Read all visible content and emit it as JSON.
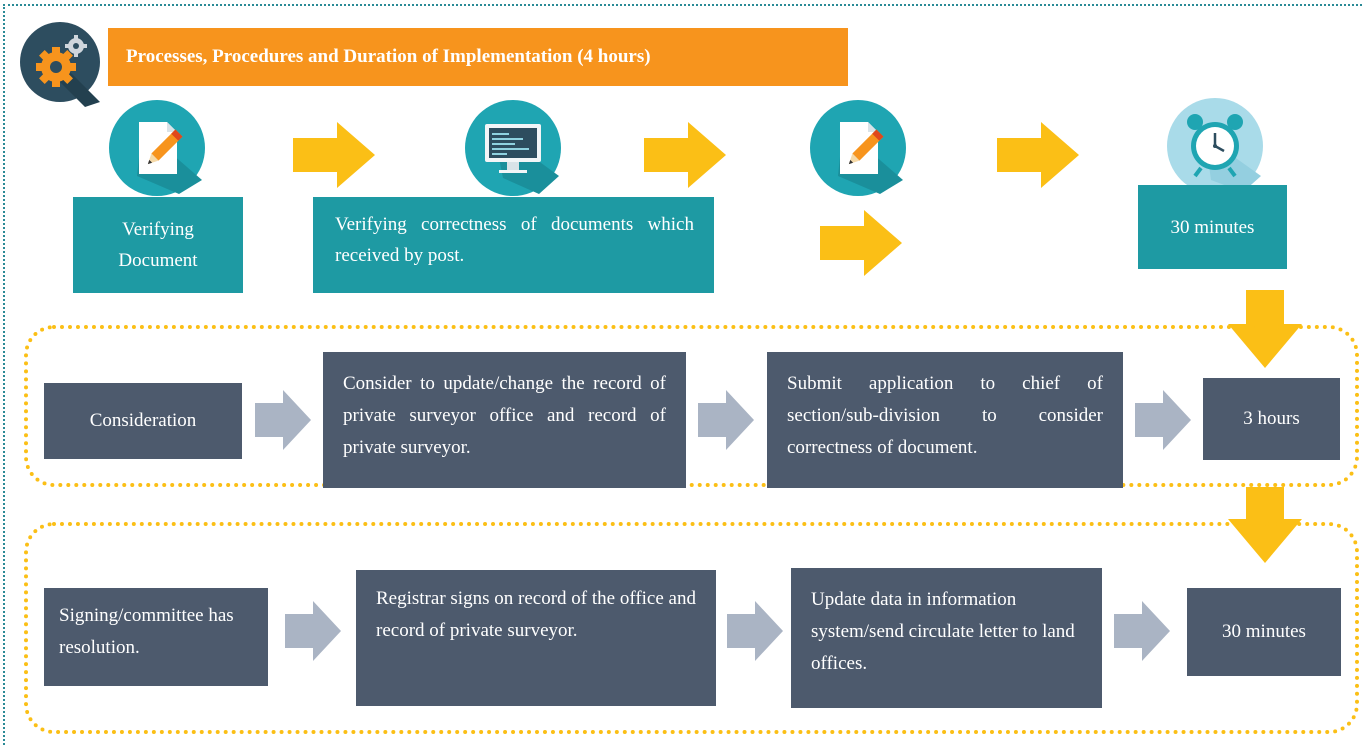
{
  "header": {
    "title": "Processes, Procedures and Duration of Implementation (4 hours)"
  },
  "step_row": {
    "step1": "Verifying Document",
    "step2": "Verifying correctness of documents which received by post.",
    "duration": "30 minutes"
  },
  "group1": {
    "label": "Consideration",
    "step1": "Consider to update/change the record of private surveyor office and record of private surveyor.",
    "step2": "Submit application to chief of section/sub-division to consider correctness of document.",
    "duration": "3 hours"
  },
  "group2": {
    "label": "Signing/committee has resolution.",
    "step1": "Registrar signs on record of the office and record of private surveyor.",
    "step2": "Update data in information system/send circulate letter to land offices.",
    "duration": "30 minutes"
  },
  "icons": [
    "gears-icon",
    "document-pen-icon",
    "monitor-icon",
    "document-pen-icon",
    "alarm-clock-icon"
  ],
  "colors": {
    "orange": "#f7941d",
    "teal": "#1e9aa3",
    "slate": "#4d5a6d",
    "yellow_arrow": "#fbbf16",
    "gray_arrow": "#aab4c4",
    "clock_circle": "#a9dbe9"
  }
}
